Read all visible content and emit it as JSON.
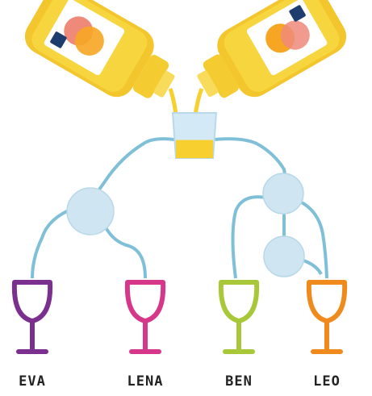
{
  "diagram": {
    "people": [
      {
        "name": "EVA",
        "glass_color": "#7b2f8e"
      },
      {
        "name": "LENA",
        "glass_color": "#d6378a"
      },
      {
        "name": "BEN",
        "glass_color": "#a8c83a"
      },
      {
        "name": "LEO",
        "glass_color": "#f08a1c"
      }
    ],
    "source": {
      "item": "juice-bottle",
      "count": 2,
      "juice_color": "#f7cf2e"
    },
    "mixing_glass": {
      "fill_level": 0.4
    },
    "splitter_color": "#cfe6f2",
    "tube_color": "#7fc0d8",
    "icons": [
      "juice-bottle-icon",
      "fair-trade-icon",
      "glass-icon",
      "wine-glass-icon",
      "splitter-node-icon"
    ]
  }
}
